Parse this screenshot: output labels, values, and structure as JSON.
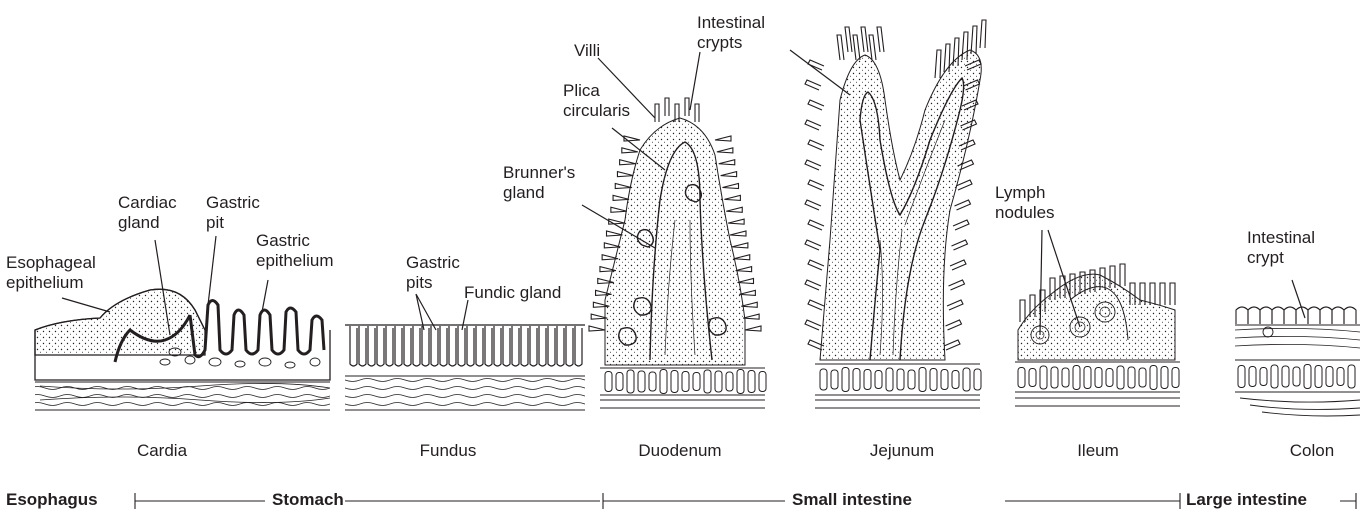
{
  "labels": {
    "esophageal_epithelium": "Esophageal\nepithelium",
    "cardiac_gland": "Cardiac\ngland",
    "gastric_pit": "Gastric\npit",
    "gastric_epithelium": "Gastric\nepithelium",
    "gastric_pits": "Gastric\npits",
    "fundic_gland": "Fundic gland",
    "villi": "Villi",
    "plica_circularis": "Plica\ncircularis",
    "brunners_gland": "Brunner's\ngland",
    "intestinal_crypts": "Intestinal\ncrypts",
    "lymph_nodules": "Lymph\nnodules",
    "intestinal_crypt": "Intestinal\ncrypt"
  },
  "sections": [
    "Cardia",
    "Fundus",
    "Duodenum",
    "Jejunum",
    "Ileum",
    "Colon"
  ],
  "regions": [
    "Esophagus",
    "Stomach",
    "Small intestine",
    "Large intestine"
  ],
  "colors": {
    "ink": "#231f20",
    "background": "#ffffff"
  }
}
